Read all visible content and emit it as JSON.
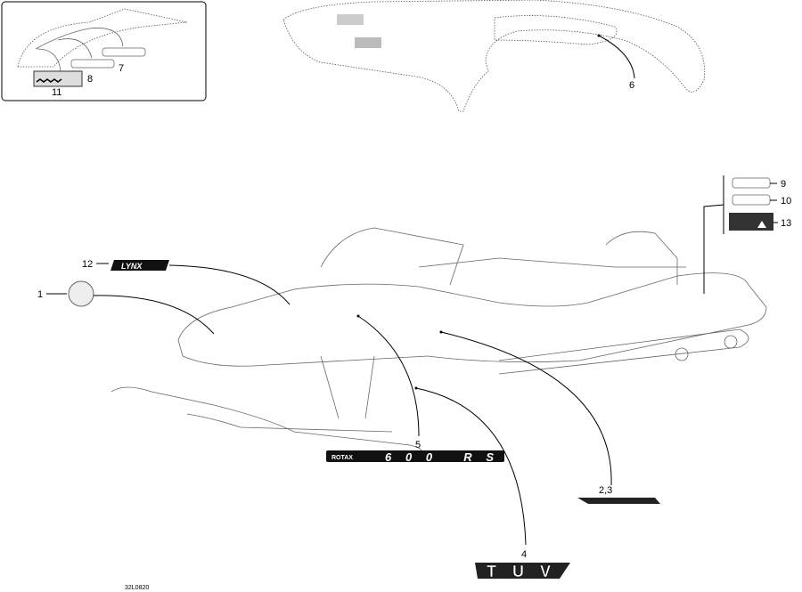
{
  "diagram": {
    "drawing_code": "32L0820",
    "callouts": {
      "c1": "1",
      "c23": "2,3",
      "c4": "4",
      "c5": "5",
      "c6": "6",
      "c7": "7",
      "c8": "8",
      "c9": "9",
      "c10": "10",
      "c11": "11",
      "c12": "12",
      "c13": "13"
    },
    "decals": {
      "lynx": "LYNX",
      "rotax_brand": "ROTAX",
      "rotax_model": "600 RS",
      "tuv": "TUV"
    }
  }
}
